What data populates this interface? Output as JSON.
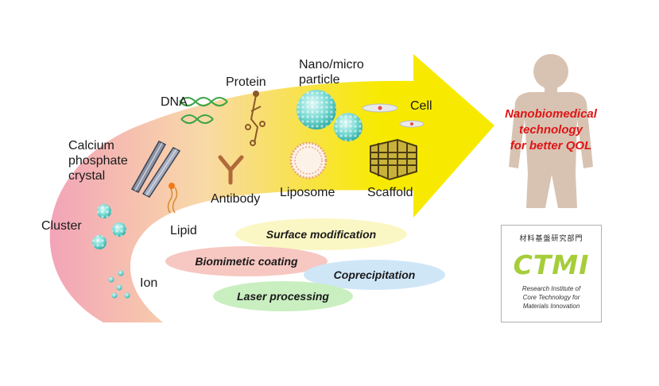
{
  "labels": {
    "dna": "DNA",
    "protein": "Protein",
    "nano": "Nano/micro\nparticle",
    "cell": "Cell",
    "calcium": "Calcium\nphosphate\ncrystal",
    "antibody": "Antibody",
    "liposome": "Liposome",
    "scaffold": "Scaffold",
    "cluster": "Cluster",
    "lipid": "Lipid",
    "ion": "Ion"
  },
  "methods": {
    "surface": "Surface modification",
    "biomimetic": "Biomimetic coating",
    "coprecipitation": "Coprecipitation",
    "laser": "Laser processing"
  },
  "outcome": "Nanobiomedical\ntechnology\nfor better QOL",
  "logo": {
    "kanji": "材料基盤研究部門",
    "wordmark": "CTMI",
    "subtitle": "Research Institute of\nCore Technology for\nMaterials Innovation"
  },
  "colors": {
    "arrow_start": "#f2a3b8",
    "arrow_mid": "#f9d9a8",
    "arrow_end": "#f7ea00",
    "outcome_text": "#e01414",
    "surface_pill": "#fbf7c4",
    "biomimetic_pill": "#f7c7c1",
    "coprecipitation_pill": "#cfe6f7",
    "laser_pill": "#c9efc0",
    "logo_green": "#a6cd3a",
    "human": "#d8c3b3"
  }
}
